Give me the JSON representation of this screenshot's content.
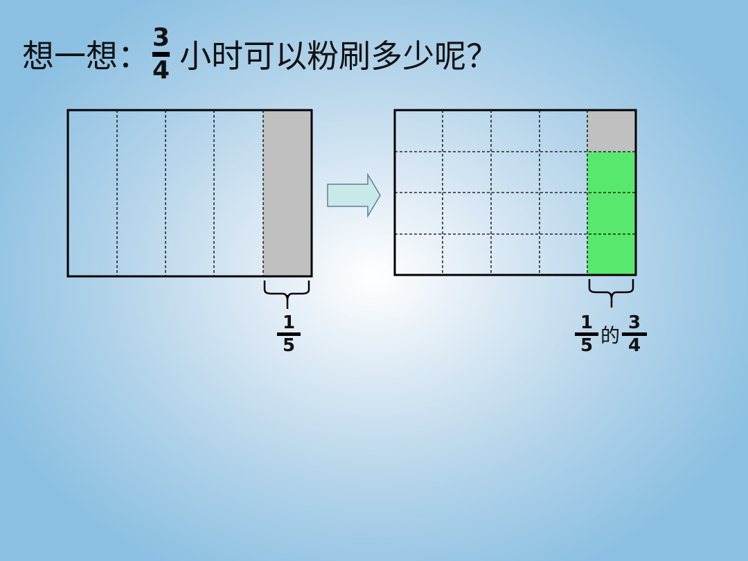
{
  "title": {
    "prefix": "想一想：",
    "fraction": {
      "numerator": "3",
      "denominator": "4"
    },
    "suffix": "小时可以粉刷多少呢？"
  },
  "left_rect": {
    "columns": 5,
    "shaded_columns": 1
  },
  "right_rect": {
    "columns": 5,
    "rows": 4,
    "shaded_last_column_top_cells": 1,
    "green_last_column_cells": 3
  },
  "left_label": {
    "numerator": "1",
    "denominator": "5"
  },
  "right_label": {
    "fraction1": {
      "numerator": "1",
      "denominator": "5"
    },
    "connector": "的",
    "fraction2": {
      "numerator": "3",
      "denominator": "4"
    }
  },
  "colors": {
    "gray": "#c0c0c0",
    "green": "#59e86e",
    "arrow_fill": "#c9e8e8"
  }
}
